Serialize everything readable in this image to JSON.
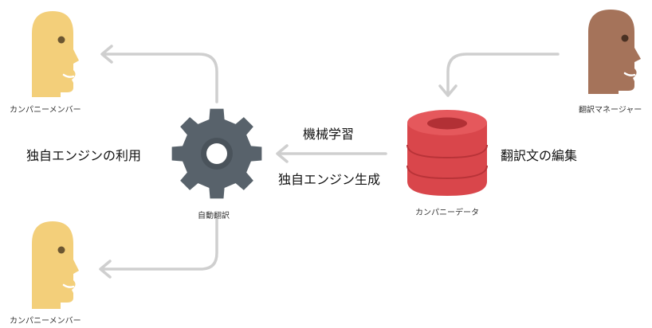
{
  "nodes": {
    "member_top": {
      "label": "カンパニーメンバー",
      "color": "#f3cf7a",
      "eye": "#6b5631"
    },
    "member_bottom": {
      "label": "カンパニーメンバー",
      "color": "#f3cf7a",
      "eye": "#6b5631"
    },
    "manager": {
      "label": "翻訳マネージャー",
      "color": "#a5735a",
      "eye": "#4a3123"
    },
    "engine": {
      "label": "自動翻訳",
      "color": "#58626b"
    },
    "database": {
      "label": "カンパニーデータ",
      "color": "#d9464b"
    }
  },
  "captions": {
    "use_engine": "独自エンジンの利用",
    "machine_learning": "機械学習",
    "generate_engine": "独自エンジン生成",
    "edit_translation": "翻訳文の編集"
  },
  "arrow_color": "#cfcfcf"
}
